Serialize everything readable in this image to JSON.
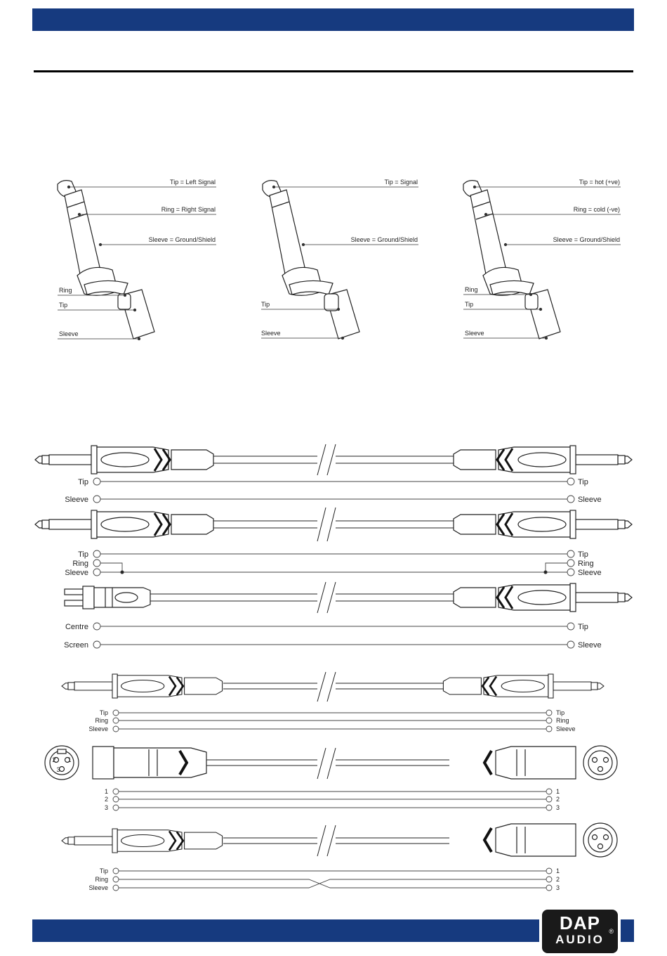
{
  "jacks": [
    {
      "callouts": [
        "Tip = Left Signal",
        "Ring = Right Signal",
        "Sleeve = Ground/Shield"
      ],
      "parts": [
        "Ring",
        "Tip",
        "Sleeve"
      ]
    },
    {
      "callouts": [
        "Tip = Signal",
        "Sleeve = Ground/Shield"
      ],
      "parts": [
        "Tip",
        "Sleeve"
      ]
    },
    {
      "callouts": [
        "Tip = hot (+ve)",
        "Ring = cold (-ve)",
        "Sleeve = Ground/Shield"
      ],
      "parts": [
        "Ring",
        "Tip",
        "Sleeve"
      ]
    }
  ],
  "cables": [
    {
      "left": [
        "Tip",
        "Sleeve"
      ],
      "right": [
        "Tip",
        "Sleeve"
      ]
    },
    {
      "left": [
        "Tip",
        "Ring",
        "Sleeve"
      ],
      "right": [
        "Tip",
        "Ring",
        "Sleeve"
      ]
    },
    {
      "left": [
        "Centre",
        "Screen"
      ],
      "right": [
        "Tip",
        "Sleeve"
      ]
    },
    {
      "left": [
        "Tip",
        "Ring",
        "Sleeve"
      ],
      "right": [
        "Tip",
        "Ring",
        "Sleeve"
      ]
    },
    {
      "left": [
        "1",
        "2",
        "3"
      ],
      "right": [
        "1",
        "2",
        "3"
      ]
    },
    {
      "left": [
        "Tip",
        "Ring",
        "Sleeve"
      ],
      "right": [
        "1",
        "2",
        "3"
      ]
    }
  ],
  "xlr_pins": [
    "1",
    "2",
    "3"
  ],
  "logo": {
    "top": "DAP",
    "bottom": "AUDIO",
    "mark": "®"
  },
  "colors": {
    "band": "#163a7f",
    "ink": "#1a1a1a"
  }
}
